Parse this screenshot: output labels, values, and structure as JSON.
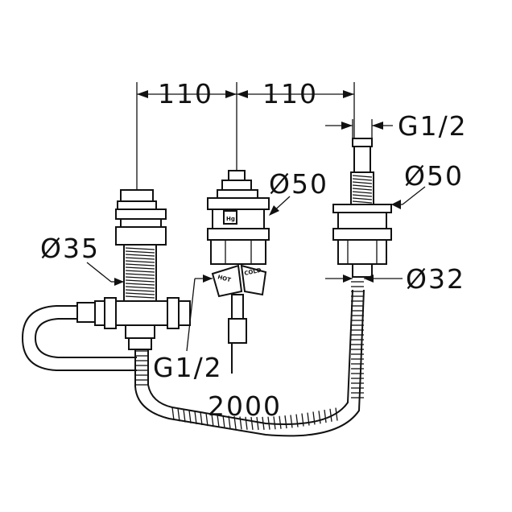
{
  "dimensions": {
    "spacing_left": "110",
    "spacing_right": "110",
    "inlet_thread_right": "G1/2",
    "flange_diameter": "Ø50",
    "thermostat_diameter": "Ø50",
    "spout_diameter": "Ø35",
    "connection_thread": "G1/2",
    "hose_diameter": "Ø32",
    "hose_length": "2000"
  },
  "labels": {
    "hot": "HOT",
    "cold": "COLD",
    "hg": "Hg"
  },
  "colors": {
    "line": "#111111",
    "background": "#ffffff"
  }
}
